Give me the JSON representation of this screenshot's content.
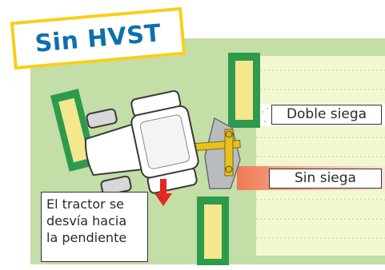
{
  "title": "Sin HVST",
  "labels": {
    "double_mow": "Doble siega",
    "no_mow": "Sin siega",
    "drift_line1": "El tractor se",
    "drift_line2": "desvía hacia",
    "drift_line3": "la pendiente"
  },
  "colors": {
    "field_green": "#c3dea6",
    "field_light": "#f3f7cf",
    "mower_dark_green": "#2e9a4e",
    "mower_yellow": "#f4e78d",
    "gap_orange": "#f28863",
    "arrow_red": "#e2271e",
    "title_blue": "#0f6fae",
    "title_border_yellow": "#f7cf1a"
  }
}
